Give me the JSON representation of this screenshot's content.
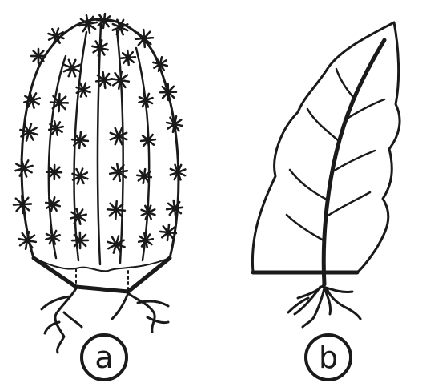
{
  "labels": {
    "cactus": "a",
    "leaf": "b"
  },
  "icons": {
    "cactus": "cactus-cutting-illustration",
    "leaf": "leaf-cutting-illustration"
  },
  "colors": {
    "ink": "#1a1a1a",
    "background": "#ffffff"
  }
}
